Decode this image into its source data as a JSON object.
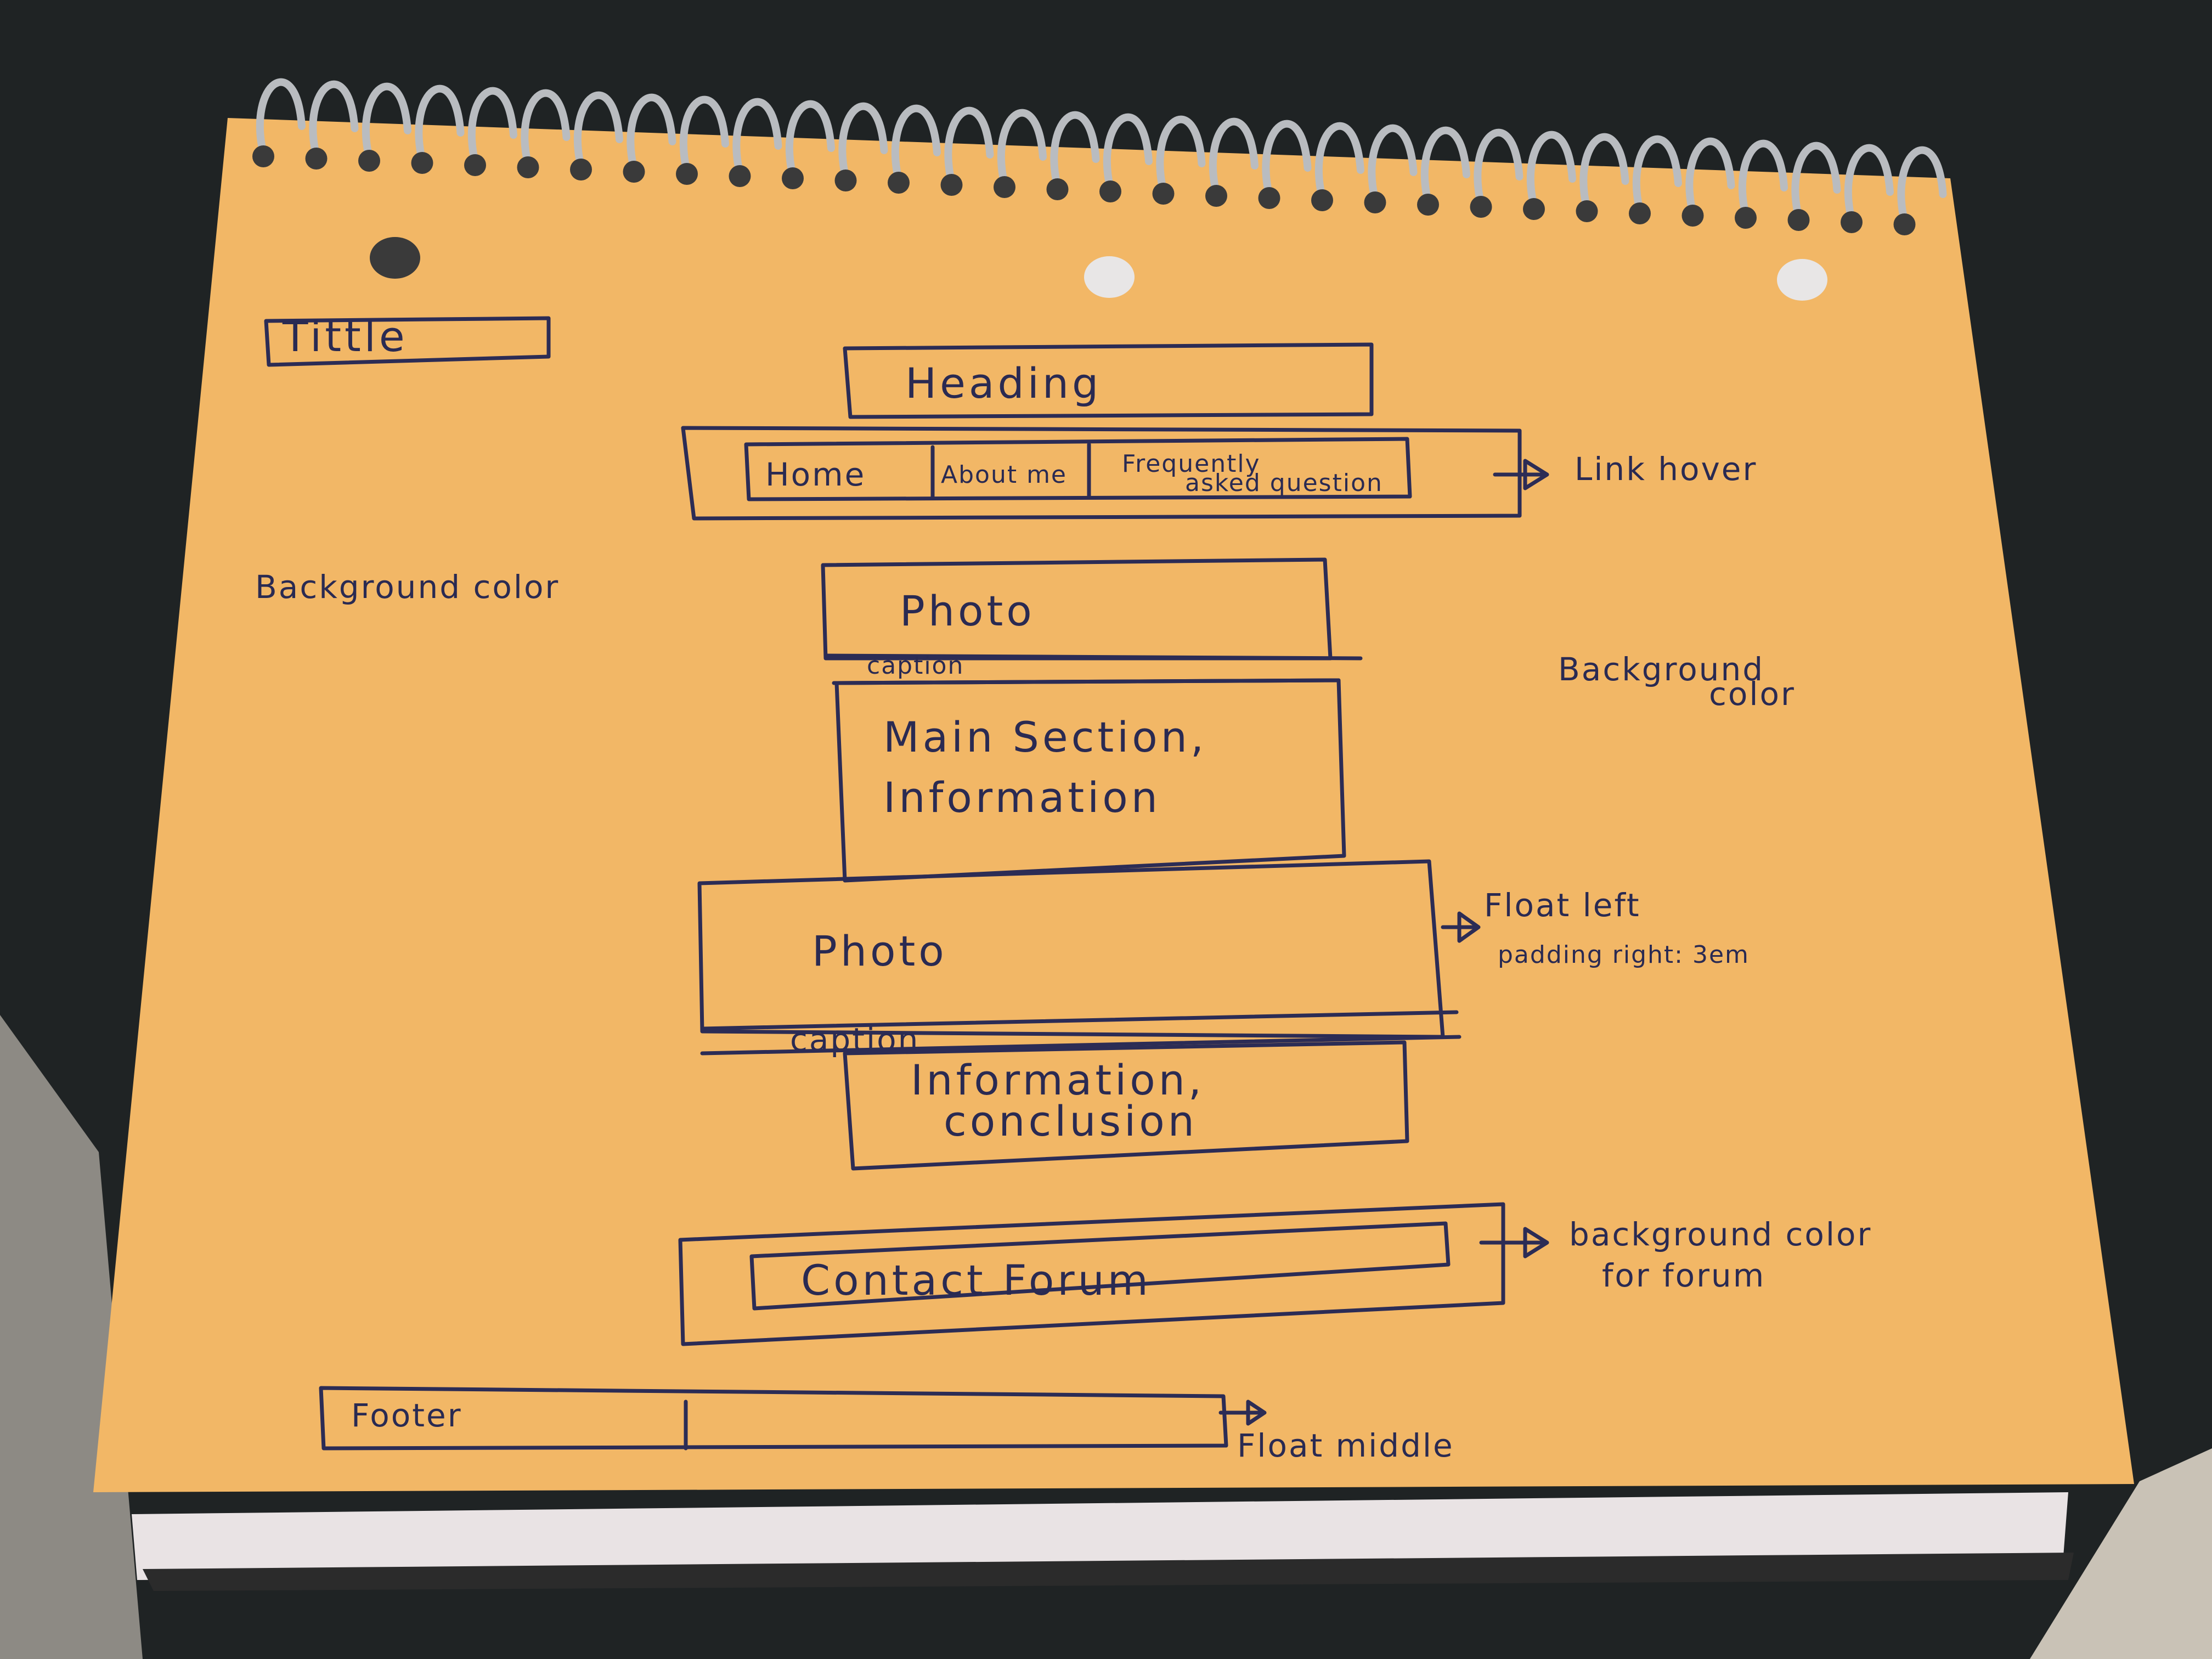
{
  "sketch": {
    "title_box": "Tittle",
    "heading_box": "Heading",
    "nav": {
      "home": "Home",
      "about": "About me",
      "faq_line1": "Frequently",
      "faq_line2": "asked question",
      "note": "Link hover"
    },
    "left_note": "Background color",
    "photo1": {
      "label": "Photo",
      "caption": "caption"
    },
    "right_note": {
      "line1": "Background",
      "line2": "color"
    },
    "main_section": {
      "line1": "Main Section,",
      "line2": "Information"
    },
    "photo2": {
      "label": "Photo",
      "caption": "caption",
      "note_line1": "Float left",
      "note_line2": "padding right: 3em"
    },
    "conclusion": {
      "line1": "Information,",
      "line2": "conclusion"
    },
    "contact": {
      "label": "Contact Forum",
      "note_line1": "background color",
      "note_line2": "for forum"
    },
    "footer": {
      "label": "Footer",
      "note": "Float middle"
    }
  },
  "colors": {
    "paper": "#f2b766",
    "ink": "#2c2c55",
    "table": "#1f2324",
    "rings": "#b9bcc0"
  }
}
